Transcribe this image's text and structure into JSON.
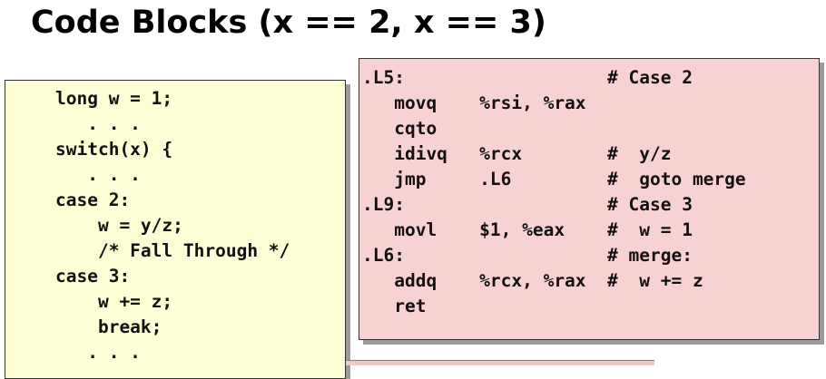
{
  "slide": {
    "title": "Code Blocks (x == 2, x == 3)"
  },
  "c_code": {
    "lines": [
      "long w = 1;",
      "   . . .",
      "switch(x) {",
      "   . . .",
      "case 2:",
      "    w = y/z;",
      "    /* Fall Through */",
      "case 3:",
      "    w += z;",
      "    break;",
      "   . . ."
    ]
  },
  "asm_code": {
    "lines": [
      ".L5:                   # Case 2",
      "   movq    %rsi, %rax",
      "   cqto",
      "   idivq   %rcx        #  y/z",
      "   jmp     .L6         #  goto merge",
      ".L9:                   # Case 3",
      "   movl    $1, %eax    #  w = 1",
      ".L6:                   # merge:",
      "   addq    %rcx, %rax  #  w += z",
      "   ret"
    ]
  },
  "colors": {
    "c_panel_bg": "#fdfdd6",
    "asm_panel_bg": "#f7d2d2",
    "panel_border": "#333333",
    "panel_shadow": "#9a9a9a"
  }
}
